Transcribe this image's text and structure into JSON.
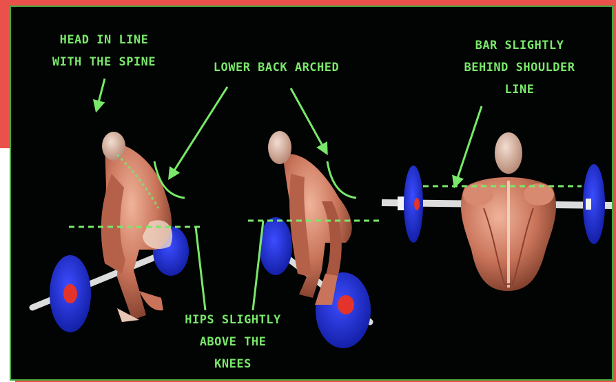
{
  "colors": {
    "frame_border": "#47a93c",
    "background": "#020303",
    "annotation": "#79e86a",
    "page_edge": "#e8524a",
    "plate": "#1f2fe0",
    "muscle": "#c9745a"
  },
  "labels": {
    "head": "HEAD IN LINE\nWITH THE SPINE",
    "lower_back": "LOWER BACK ARCHED",
    "bar": "BAR SLIGHTLY\nBEHIND SHOULDER\nLINE",
    "hips": "HIPS SLIGHTLY\nABOVE THE\nKNEES"
  },
  "figures": [
    "side-view-lifter",
    "front-view-lifter",
    "back-view-lifter"
  ]
}
